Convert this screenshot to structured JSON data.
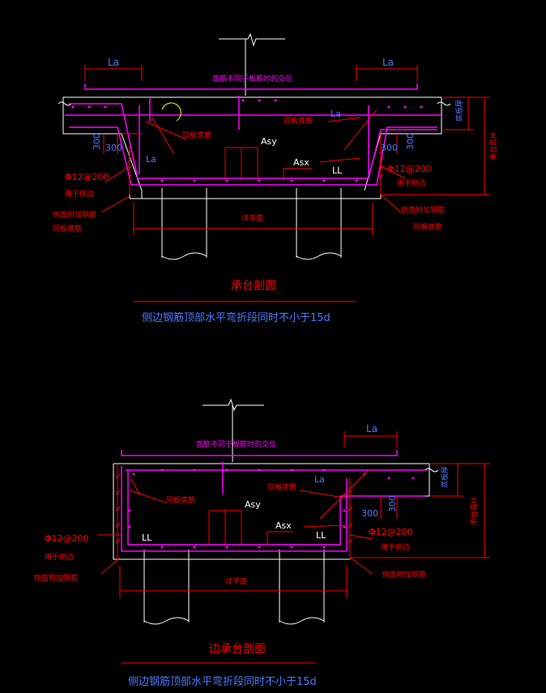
{
  "colors": {
    "background": "#000000",
    "outline": "#ffffff",
    "rebar": "#ff00ff",
    "dimension": "#ff0000",
    "label": "#ff0000",
    "blue_text": "#4d78ff",
    "yellow": "#ffff00",
    "green": "#00ff66"
  },
  "section1": {
    "la_top_left": "La",
    "la_top_right": "La",
    "top_note": "面筋不同于板筋时的交位",
    "la_right": "La",
    "la_left": "La",
    "dim_300_a": "300",
    "dim_300_b": "300",
    "dim_300_c": "300",
    "dim_300_d": "300",
    "same_bottom_left": "同板底筋",
    "same_bottom_right": "同板底筋",
    "asy": "Asy",
    "asx": "Asx",
    "ll": "LL",
    "stirrup_left": "Φ12@200",
    "stirrup_left_use": "用于侧边",
    "stirrup_right": "Φ12@200",
    "stirrup_right_use": "用于侧边",
    "side_add_left": "侧面附加钢筋",
    "side_add_left_2": "同板底筋",
    "side_add_right": "侧面附加钢筋",
    "side_add_right_2": "同板底筋",
    "slab_thickness": "底板厚",
    "cap_height": "承台高H",
    "detail_plan": "详平面",
    "title": "承台剖面",
    "note": "侧边钢筋顶部水平弯折段同时不小于15d"
  },
  "section2": {
    "la_top": "La",
    "top_note": "面筋不同于板筋时的交位",
    "la_right": "La",
    "dim_300_a": "300",
    "dim_300_b": "300",
    "same_bottom_left": "同板底筋",
    "same_bottom_right": "同板底筋",
    "asy": "Asy",
    "asx": "Asx",
    "ll_left": "LL",
    "ll_right": "LL",
    "stirrup_left": "Φ12@200",
    "stirrup_left_use": "用于侧边",
    "stirrup_right": "Φ12@200",
    "stirrup_right_use": "用于侧边",
    "side_add_left": "侧面附加钢筋",
    "side_add_right": "侧面附加钢筋",
    "slab_thickness": "底板厚",
    "cap_height": "承台高H",
    "detail_plan": "详平面",
    "title": "边承台剖面",
    "note": "侧边钢筋顶部水平弯折段同时不小于15d"
  }
}
